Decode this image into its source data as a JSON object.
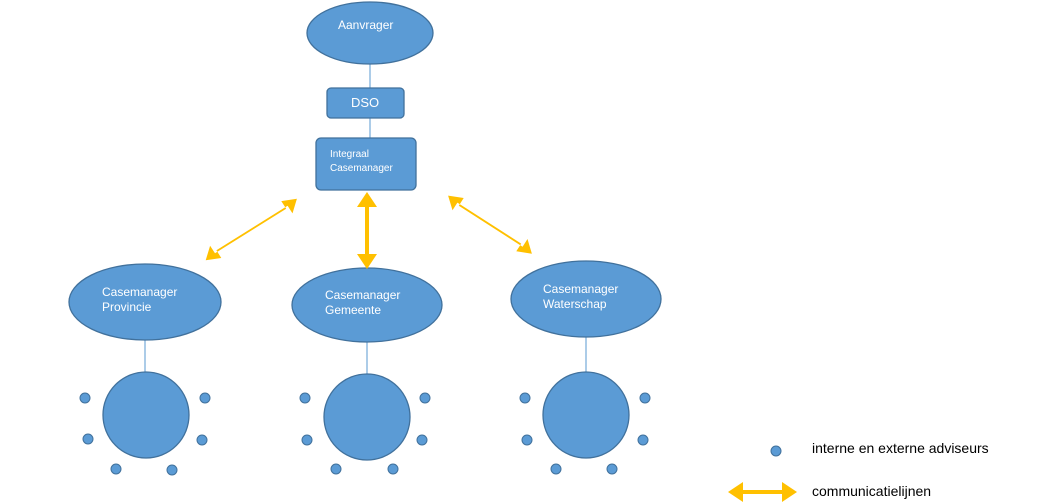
{
  "nodes": {
    "aanvrager": "Aanvrager",
    "dso": "DSO",
    "integraal": "Integraal\nCasemanager",
    "provincie": "Casemanager\nProvincie",
    "gemeente": "Casemanager\nGemeente",
    "waterschap": "Casemanager\nWaterschap"
  },
  "legend": {
    "advisors": "interne en externe adviseurs",
    "communication": "communicatielijnen"
  },
  "colors": {
    "shape_fill": "#5b9bd5",
    "shape_stroke": "#41719c",
    "connector": "#7fb0dc",
    "arrow": "#ffc000",
    "label_text": "#ffffff"
  }
}
